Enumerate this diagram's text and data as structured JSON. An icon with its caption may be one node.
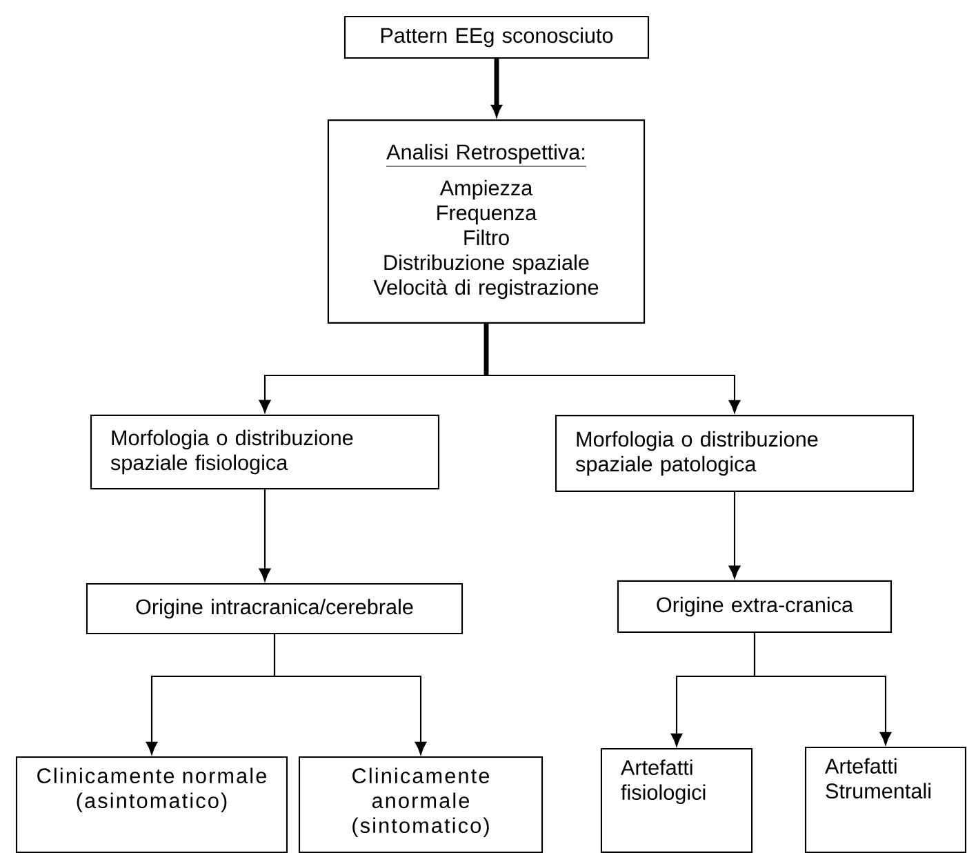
{
  "diagram": {
    "nodes": [
      {
        "text": [
          "Pattern EEg sconosciuto"
        ]
      },
      {
        "text": [
          "Analisi Retrospettiva:",
          "Ampiezza",
          "Frequenza",
          "Filtro",
          "Distribuzione spaziale",
          "Velocità di registrazione"
        ]
      },
      {
        "text": [
          "Morfologia o distribuzione spaziale fisiologica"
        ]
      },
      {
        "text": [
          "Morfologia o distribuzione spaziale patologica"
        ]
      },
      {
        "text": [
          "Origine intracranica/cerebrale"
        ]
      },
      {
        "text": [
          "Origine extra-cranica"
        ]
      },
      {
        "text": [
          "Clinicamente normale (asintomatico)"
        ]
      },
      {
        "text": [
          "Clinicamente anormale (sintomatico)"
        ]
      },
      {
        "text": [
          "Artefatti fisiologici"
        ]
      },
      {
        "text": [
          "Artefatti Strumentali"
        ]
      }
    ],
    "edges": [
      {
        "from": 0,
        "to": 1,
        "arrow": "to",
        "style": "thick"
      },
      {
        "from": 1,
        "to": 2,
        "arrow": "to"
      },
      {
        "from": 1,
        "to": 3,
        "arrow": "to"
      },
      {
        "from": 2,
        "to": 4,
        "arrow": "to"
      },
      {
        "from": 3,
        "to": 5,
        "arrow": "to"
      },
      {
        "from": 4,
        "to": 6,
        "arrow": "to"
      },
      {
        "from": 4,
        "to": 7,
        "arrow": "to"
      },
      {
        "from": 5,
        "to": 8,
        "arrow": "to"
      },
      {
        "from": 5,
        "to": 9,
        "arrow": "to"
      }
    ]
  }
}
